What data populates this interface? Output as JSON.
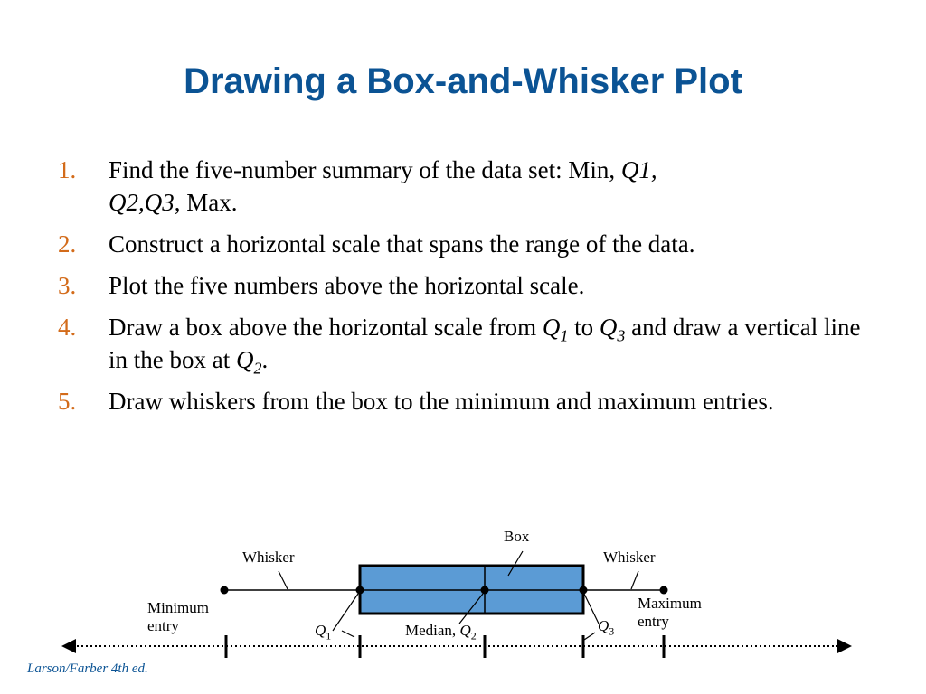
{
  "title": "Drawing a Box-and-Whisker Plot",
  "steps": [
    {
      "num": "1.",
      "text_a": "Find the five-number summary of the data set: Min, ",
      "q1": "Q1,",
      "q23": "Q2,Q3",
      "text_b": ", Max."
    },
    {
      "num": "2.",
      "text": "Construct a horizontal scale that spans the range of the data."
    },
    {
      "num": "3.",
      "text": "Plot the five numbers above the horizontal scale."
    },
    {
      "num": "4.",
      "text_a": "Draw a box above the horizontal scale from ",
      "q": "Q",
      "sub1": "1",
      "text_to": " to ",
      "sub3": "3",
      "text_b": " and draw a vertical line in the box at ",
      "sub2": "2",
      "text_end": "."
    },
    {
      "num": "5.",
      "text": "Draw whiskers from the box to the minimum and maximum entries."
    }
  ],
  "diagram": {
    "box": "Box",
    "whisker_left": "Whisker",
    "whisker_right": "Whisker",
    "min_line1": "Minimum",
    "min_line2": "entry",
    "max_line1": "Maximum",
    "max_line2": "entry",
    "q1_letter": "Q",
    "q1_sub": "1",
    "median_text": "Median, ",
    "q2_letter": "Q",
    "q2_sub": "2",
    "q3_letter": "Q",
    "q3_sub": "3",
    "box_color": "#5b9bd5"
  },
  "footer": "Larson/Farber 4th ed."
}
